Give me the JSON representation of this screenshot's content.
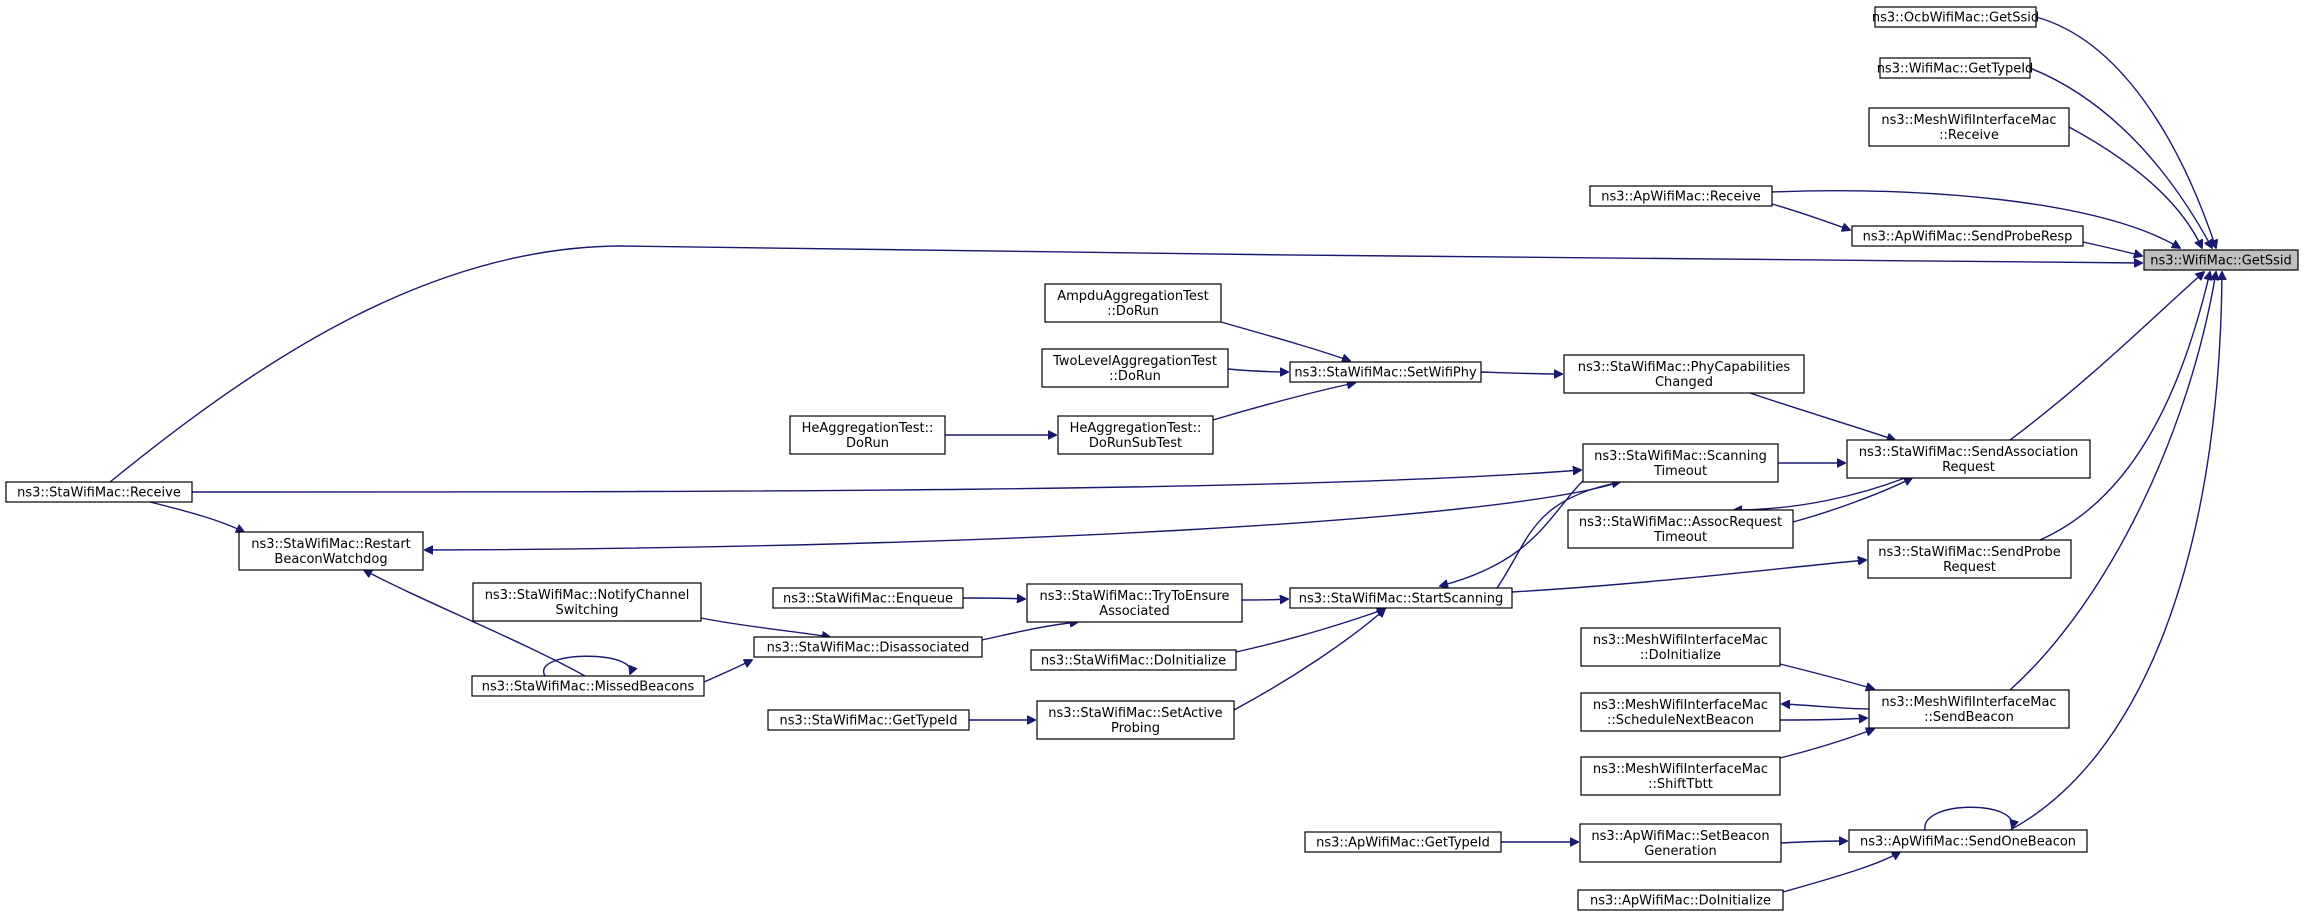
{
  "colors": {
    "edge": "#191970",
    "node_border": "#000000",
    "node_fill": "#ffffff",
    "highlight_fill": "#bfbfbf"
  },
  "nodes": {
    "target": [
      "ns3::WifiMac::GetSsid"
    ],
    "ocb_getssid": [
      "ns3::OcbWifiMac::GetSsid"
    ],
    "wifimac_gettypeid": [
      "ns3::WifiMac::GetTypeId"
    ],
    "mesh_receive": [
      "ns3::MeshWifiInterfaceMac",
      "::Receive"
    ],
    "ap_receive": [
      "ns3::ApWifiMac::Receive"
    ],
    "ap_sendproberesp": [
      "ns3::ApWifiMac::SendProbeResp"
    ],
    "sta_sendassocreq": [
      "ns3::StaWifiMac::SendAssociation",
      "Request"
    ],
    "sta_sendprobereq": [
      "ns3::StaWifiMac::SendProbe",
      "Request"
    ],
    "mesh_sendbeacon": [
      "ns3::MeshWifiInterfaceMac",
      "::SendBeacon"
    ],
    "ap_sendonebeacon": [
      "ns3::ApWifiMac::SendOneBeacon"
    ],
    "sta_phycap": [
      "ns3::StaWifiMac::PhyCapabilities",
      "Changed"
    ],
    "sta_scantimeout": [
      "ns3::StaWifiMac::Scanning",
      "Timeout"
    ],
    "sta_assoctimeout": [
      "ns3::StaWifiMac::AssocRequest",
      "Timeout"
    ],
    "sta_setwifiphy": [
      "ns3::StaWifiMac::SetWifiPhy"
    ],
    "ampdu_dorun": [
      "AmpduAggregationTest",
      "::DoRun"
    ],
    "twolevel_dorun": [
      "TwoLevelAggregationTest",
      "::DoRun"
    ],
    "he_dorunsubtest": [
      "HeAggregationTest::",
      "DoRunSubTest"
    ],
    "he_dorun": [
      "HeAggregationTest::",
      "DoRun"
    ],
    "sta_receive": [
      "ns3::StaWifiMac::Receive"
    ],
    "sta_restartbeacon": [
      "ns3::StaWifiMac::Restart",
      "BeaconWatchdog"
    ],
    "sta_startscanning": [
      "ns3::StaWifiMac::StartScanning"
    ],
    "sta_trytoensure": [
      "ns3::StaWifiMac::TryToEnsure",
      "Associated"
    ],
    "sta_enqueue": [
      "ns3::StaWifiMac::Enqueue"
    ],
    "sta_disassociated": [
      "ns3::StaWifiMac::Disassociated"
    ],
    "sta_notifychannel": [
      "ns3::StaWifiMac::NotifyChannel",
      "Switching"
    ],
    "sta_missedbeacons": [
      "ns3::StaWifiMac::MissedBeacons"
    ],
    "sta_doinitialize": [
      "ns3::StaWifiMac::DoInitialize"
    ],
    "sta_setactive": [
      "ns3::StaWifiMac::SetActive",
      "Probing"
    ],
    "sta_gettypeid": [
      "ns3::StaWifiMac::GetTypeId"
    ],
    "mesh_doinitialize": [
      "ns3::MeshWifiInterfaceMac",
      "::DoInitialize"
    ],
    "mesh_schedulenext": [
      "ns3::MeshWifiInterfaceMac",
      "::ScheduleNextBeacon"
    ],
    "mesh_shifttbtt": [
      "ns3::MeshWifiInterfaceMac",
      "::ShiftTbtt"
    ],
    "ap_setbeacongen": [
      "ns3::ApWifiMac::SetBeacon",
      "Generation"
    ],
    "ap_gettypeid": [
      "ns3::ApWifiMac::GetTypeId"
    ],
    "ap_doinitialize": [
      "ns3::ApWifiMac::DoInitialize"
    ]
  },
  "edges": [
    {
      "from": "ocb_getssid",
      "to": "target"
    },
    {
      "from": "wifimac_gettypeid",
      "to": "target"
    },
    {
      "from": "mesh_receive",
      "to": "target"
    },
    {
      "from": "ap_receive",
      "to": "target"
    },
    {
      "from": "ap_receive",
      "to": "ap_sendproberesp"
    },
    {
      "from": "ap_sendproberesp",
      "to": "target"
    },
    {
      "from": "sta_receive",
      "to": "target"
    },
    {
      "from": "sta_sendassocreq",
      "to": "target"
    },
    {
      "from": "sta_sendprobereq",
      "to": "target"
    },
    {
      "from": "mesh_sendbeacon",
      "to": "target"
    },
    {
      "from": "ap_sendonebeacon",
      "to": "target"
    },
    {
      "from": "sta_phycap",
      "to": "sta_sendassocreq"
    },
    {
      "from": "sta_scantimeout",
      "to": "sta_sendassocreq"
    },
    {
      "from": "sta_sendassocreq",
      "to": "sta_assoctimeout"
    },
    {
      "from": "sta_assoctimeout",
      "to": "sta_sendassocreq"
    },
    {
      "from": "sta_setwifiphy",
      "to": "sta_phycap"
    },
    {
      "from": "ampdu_dorun",
      "to": "sta_setwifiphy"
    },
    {
      "from": "twolevel_dorun",
      "to": "sta_setwifiphy"
    },
    {
      "from": "he_dorunsubtest",
      "to": "sta_setwifiphy"
    },
    {
      "from": "he_dorun",
      "to": "he_dorunsubtest"
    },
    {
      "from": "sta_receive",
      "to": "sta_scantimeout"
    },
    {
      "from": "sta_receive",
      "to": "sta_restartbeacon"
    },
    {
      "from": "sta_scantimeout",
      "to": "sta_restartbeacon"
    },
    {
      "from": "sta_missedbeacons",
      "to": "sta_restartbeacon"
    },
    {
      "from": "sta_scantimeout",
      "to": "sta_startscanning"
    },
    {
      "from": "sta_startscanning",
      "to": "sta_scantimeout"
    },
    {
      "from": "sta_startscanning",
      "to": "sta_sendprobereq"
    },
    {
      "from": "sta_trytoensure",
      "to": "sta_startscanning"
    },
    {
      "from": "sta_doinitialize",
      "to": "sta_startscanning"
    },
    {
      "from": "sta_setactive",
      "to": "sta_startscanning"
    },
    {
      "from": "sta_enqueue",
      "to": "sta_trytoensure"
    },
    {
      "from": "sta_disassociated",
      "to": "sta_trytoensure"
    },
    {
      "from": "sta_notifychannel",
      "to": "sta_disassociated"
    },
    {
      "from": "sta_missedbeacons",
      "to": "sta_disassociated"
    },
    {
      "from": "sta_missedbeacons",
      "to": "sta_missedbeacons"
    },
    {
      "from": "sta_gettypeid",
      "to": "sta_setactive"
    },
    {
      "from": "mesh_doinitialize",
      "to": "mesh_sendbeacon"
    },
    {
      "from": "mesh_sendbeacon",
      "to": "mesh_schedulenext"
    },
    {
      "from": "mesh_schedulenext",
      "to": "mesh_sendbeacon"
    },
    {
      "from": "mesh_shifttbtt",
      "to": "mesh_sendbeacon"
    },
    {
      "from": "ap_setbeacongen",
      "to": "ap_sendonebeacon"
    },
    {
      "from": "ap_doinitialize",
      "to": "ap_sendonebeacon"
    },
    {
      "from": "ap_sendonebeacon",
      "to": "ap_sendonebeacon"
    },
    {
      "from": "ap_gettypeid",
      "to": "ap_setbeacongen"
    }
  ]
}
